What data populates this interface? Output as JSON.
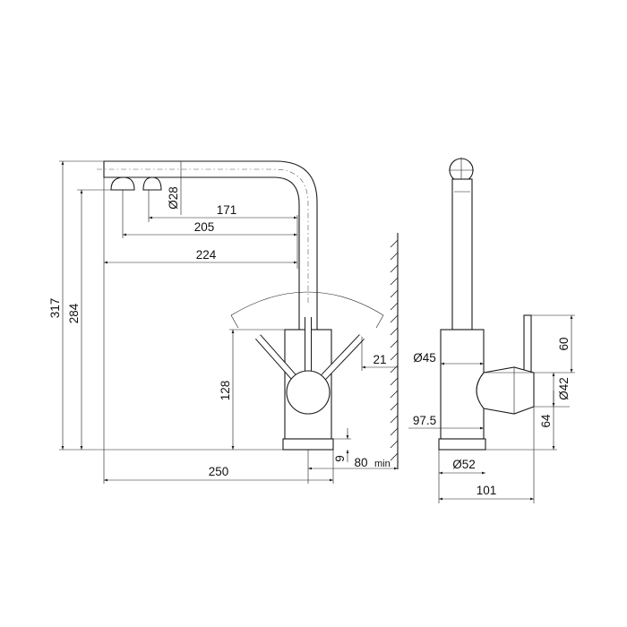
{
  "front_view": {
    "dimensions": {
      "height_total": "317",
      "height_spout": "284",
      "reach_171": "171",
      "reach_205": "205",
      "reach_224": "224",
      "spout_dia": "Ø28",
      "handle_height": "128",
      "lever_offset": "21",
      "base_height": "9",
      "wall_clearance": "80",
      "wall_clearance_unit": "min",
      "overall_width": "250"
    }
  },
  "side_view": {
    "dimensions": {
      "body_dia": "Ø45",
      "lever_dia": "Ø42",
      "lever_height": "60",
      "lever_lower": "64",
      "base_offset": "97.5",
      "base_dia": "Ø52",
      "overall_depth": "101"
    }
  }
}
